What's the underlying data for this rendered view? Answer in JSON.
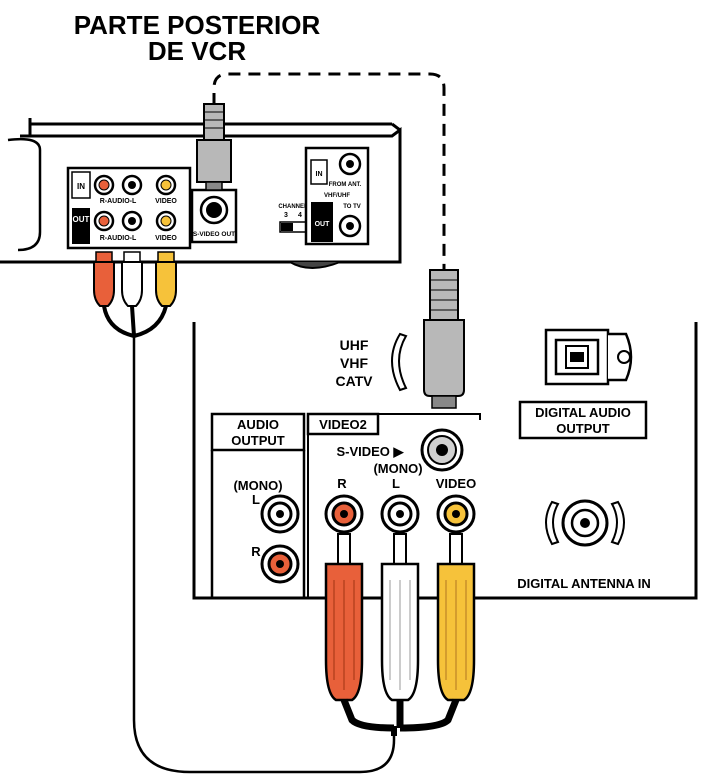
{
  "header": {
    "title_line1": "PARTE POSTERIOR",
    "title_line2": "DE VCR"
  },
  "vcr": {
    "in_label": "IN",
    "out_label": "OUT",
    "audio_in_label": "R-AUDIO-L",
    "audio_out_label": "R-AUDIO-L",
    "video_in_label": "VIDEO",
    "video_out_label": "VIDEO",
    "svideo_out_label": "S-VIDEO OUT",
    "channel_label": "CHANNEL",
    "channel_3": "3",
    "channel_4": "4",
    "rf_in_label": "IN",
    "rf_from_ant_label": "FROM ANT.",
    "rf_vhf_uhf_label": "VHF/UHF",
    "rf_out_label": "OUT",
    "rf_to_tv_label": "TO TV"
  },
  "tv": {
    "uhf_label": "UHF",
    "vhf_label": "VHF",
    "catv_label": "CATV",
    "audio_output_line1": "AUDIO",
    "audio_output_line2": "OUTPUT",
    "video2_label": "VIDEO2",
    "svideo_label": "S-VIDEO ▶",
    "mono_label": "(MONO)",
    "left_label": "L",
    "right_label": "R",
    "audio_mono_label": "(MONO)",
    "audio_l_label": "L",
    "audio_r_label": "R",
    "video_label": "VIDEO",
    "digital_audio_line1": "DIGITAL AUDIO",
    "digital_audio_line2": "OUTPUT",
    "digital_antenna_label": "DIGITAL ANTENNA IN"
  },
  "colors": {
    "red_plug": "#e8603a",
    "white_plug": "#ffffff",
    "yellow_plug": "#f6c23a",
    "line": "#000000",
    "plug_grey": "#b8b8b8"
  }
}
